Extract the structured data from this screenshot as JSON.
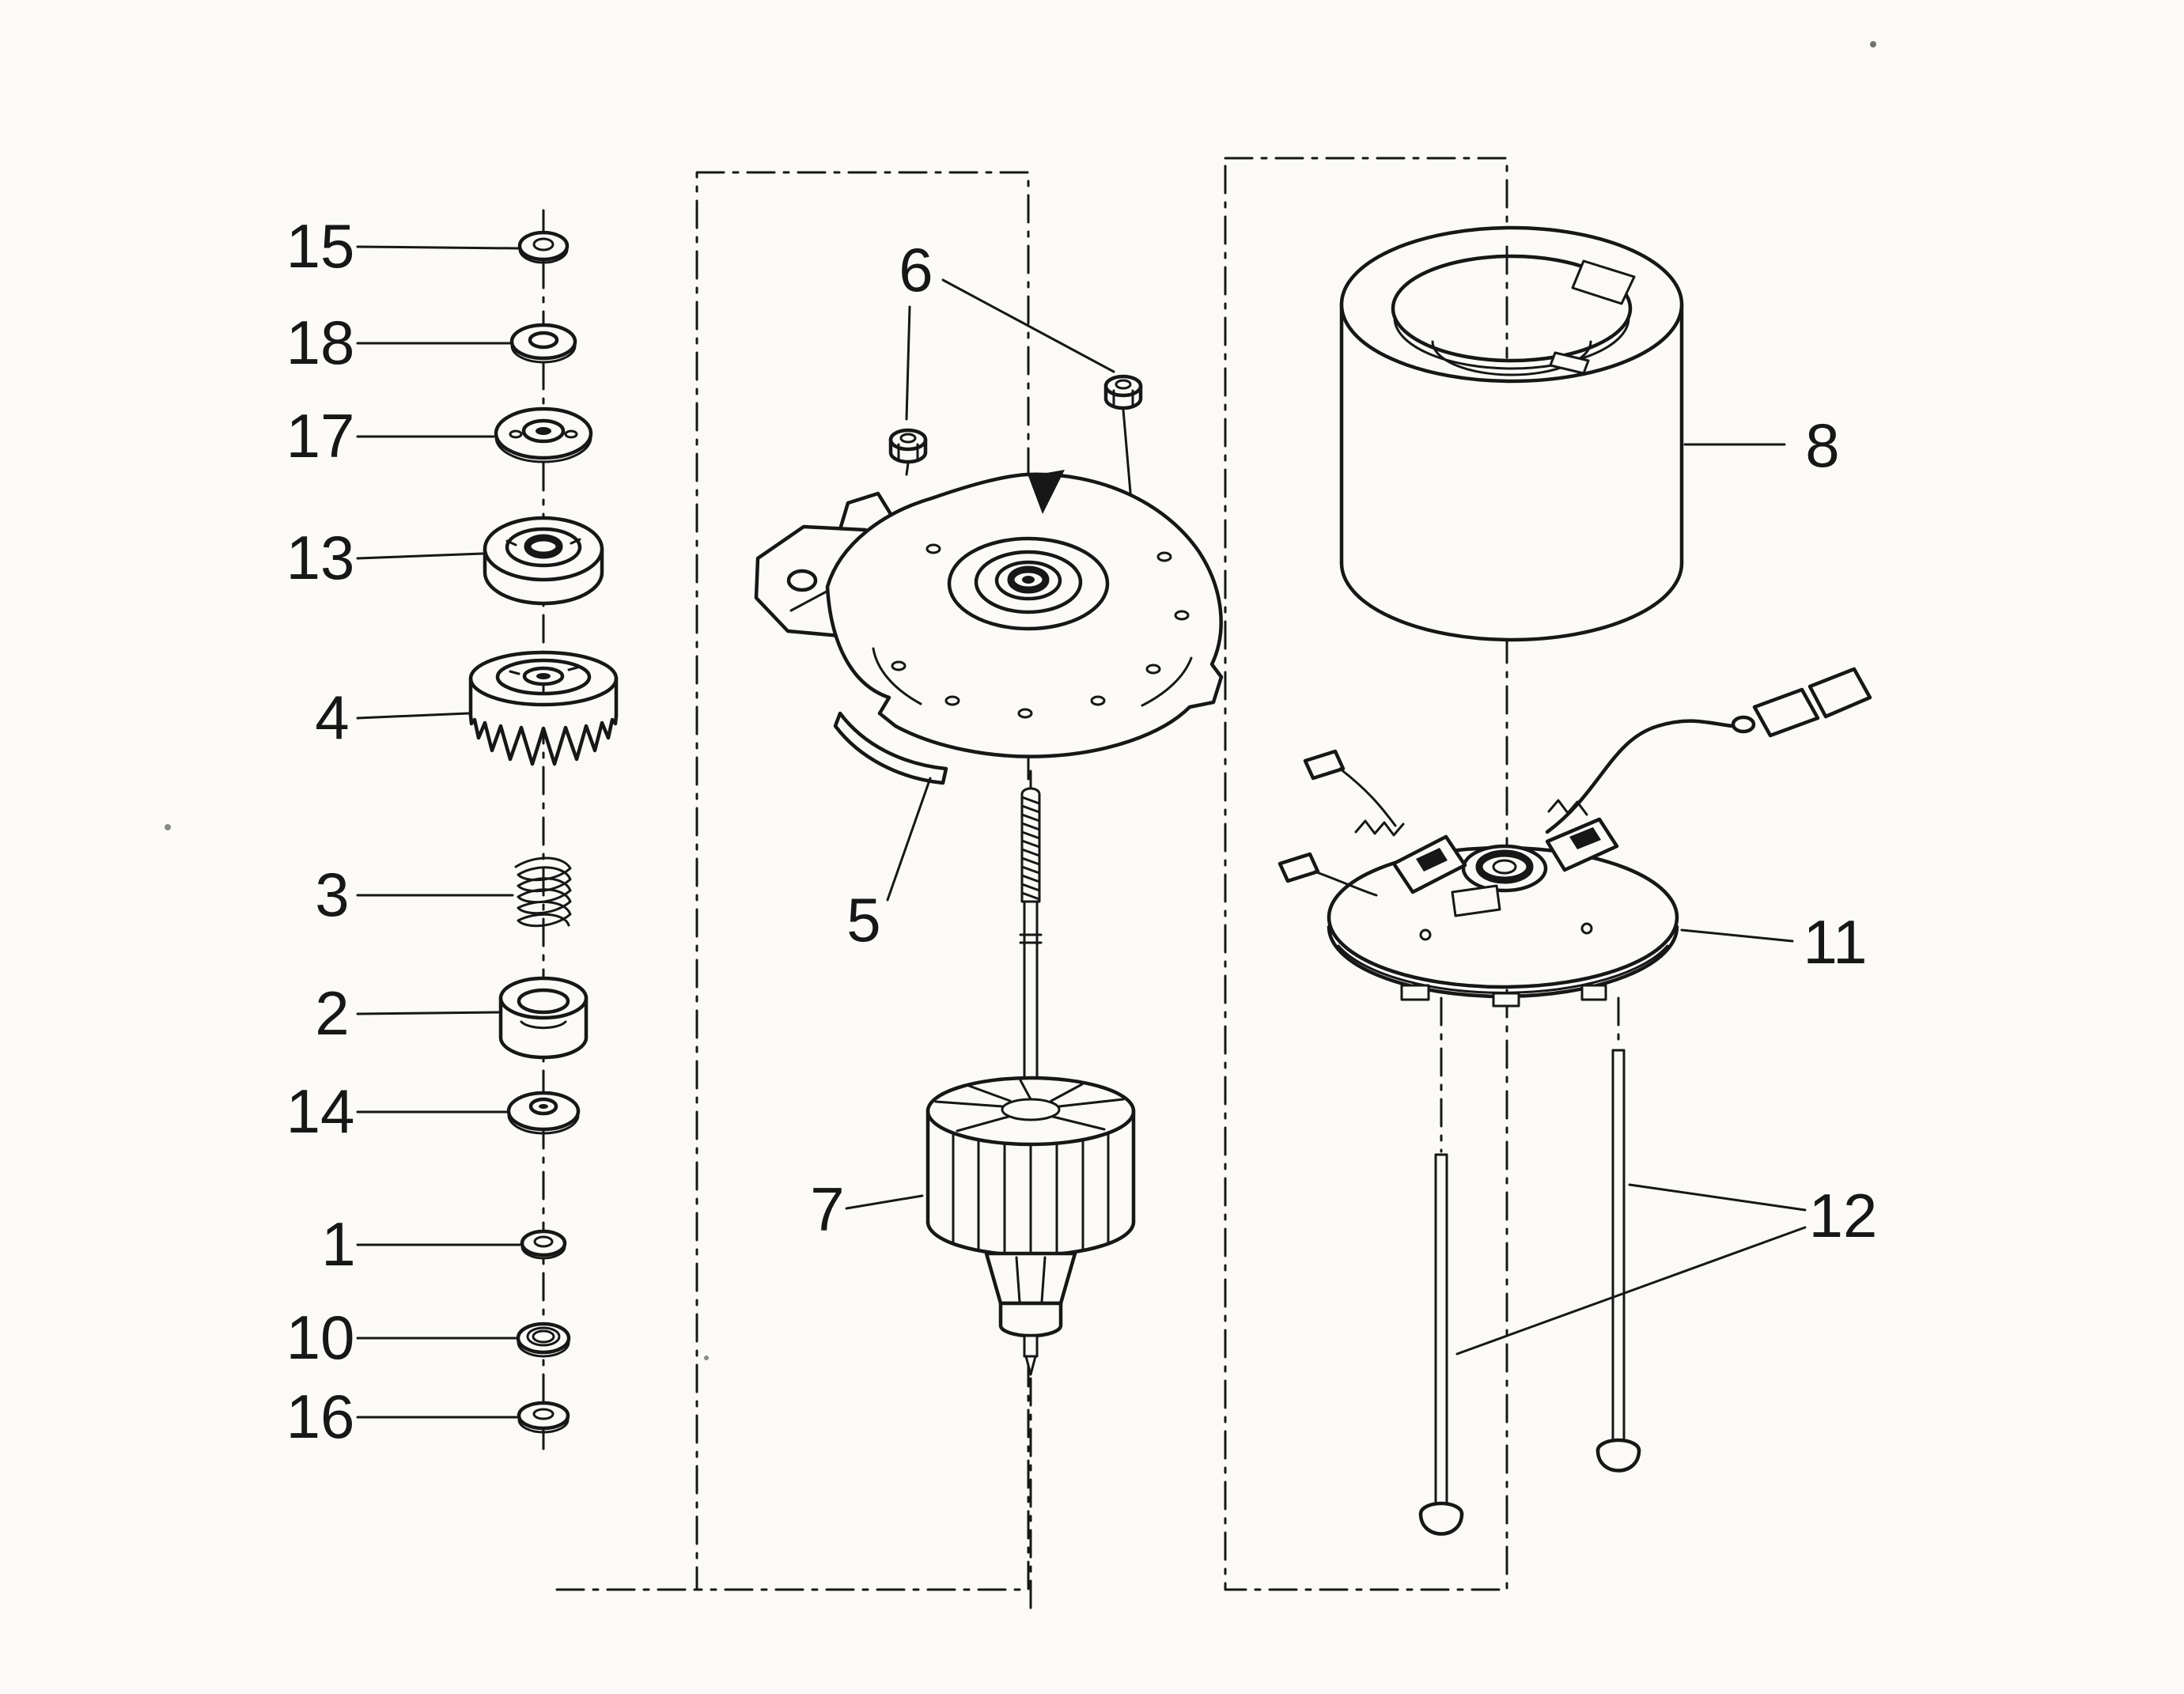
{
  "colors": {
    "paper": "#fbfaf7",
    "ink": "#171717"
  },
  "callouts": {
    "left": [
      {
        "label": "15"
      },
      {
        "label": "18"
      },
      {
        "label": "17"
      },
      {
        "label": "13"
      },
      {
        "label": "4"
      },
      {
        "label": "3"
      },
      {
        "label": "2"
      },
      {
        "label": "14"
      },
      {
        "label": "1"
      },
      {
        "label": "10"
      },
      {
        "label": "16"
      }
    ],
    "middle": [
      {
        "label": "6"
      },
      {
        "label": "5"
      },
      {
        "label": "7"
      }
    ],
    "right": [
      {
        "label": "8"
      },
      {
        "label": "11"
      },
      {
        "label": "12"
      }
    ]
  }
}
